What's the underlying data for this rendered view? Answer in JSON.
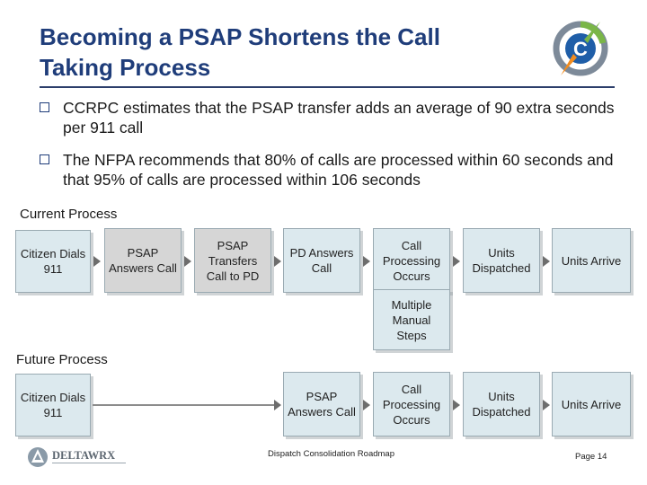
{
  "title": "Becoming a PSAP Shortens the Call Taking Process",
  "bullets": [
    "CCRPC estimates that the PSAP transfer adds an average of 90 extra seconds per 911 call",
    "The NFPA recommends that 80% of calls are processed within 60 seconds and that 95% of calls are processed within 106 seconds"
  ],
  "current": {
    "label": "Current Process",
    "steps": [
      "Citizen Dials 911",
      "PSAP Answers Call",
      "PSAP Transfers Call to PD",
      "PD Answers Call",
      "Call Processing Occurs",
      "Units Dispatched",
      "Units Arrive"
    ],
    "sub_step": "Multiple Manual Steps"
  },
  "future": {
    "label": "Future Process",
    "steps": [
      "Citizen Dials 911",
      "PSAP Answers Call",
      "Call Processing Occurs",
      "Units Dispatched",
      "Units Arrive"
    ]
  },
  "footer": {
    "logo_text": "DELTAWRX",
    "center": "Dispatch Consolidation Roadmap",
    "page": "Page 14"
  },
  "colors": {
    "title": "#1f3d7a",
    "box_fill": "#dce9ee",
    "box_gray": "#d6d6d6",
    "logo_blue": "#1f5ea8",
    "logo_green": "#7ab648",
    "logo_orange": "#f28c1e"
  },
  "icons": [
    "checkbox-bullet-icon",
    "compass-logo-icon",
    "deltawrx-logo-icon"
  ]
}
